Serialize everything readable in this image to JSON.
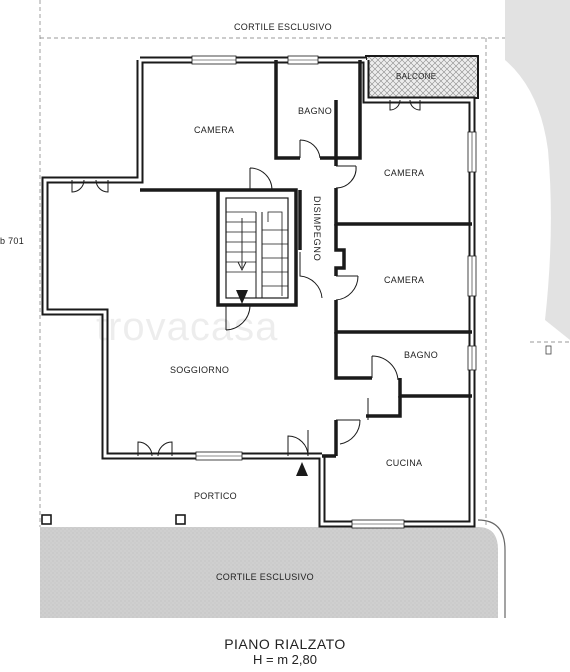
{
  "labels": {
    "courtyard_top": "CORTILE ESCLUSIVO",
    "courtyard_bottom": "CORTILE ESCLUSIVO",
    "balcony": "BALCONE",
    "bedroom_left": "CAMERA",
    "bathroom_top": "BAGNO",
    "bedroom_right_top": "CAMERA",
    "corridor": "DISIMPEGNO",
    "bedroom_right_mid": "CAMERA",
    "bathroom_right": "BAGNO",
    "living_room": "SOGGIORNO",
    "kitchen": "CUCINA",
    "porch": "PORTICO",
    "parcel_ref": "b 701",
    "watermark": "trovacasa"
  },
  "title": {
    "floor": "PIANO RIALZATO",
    "height": "H = m 2,80"
  },
  "colors": {
    "wall": "#1a1a1a",
    "courtyard_fill": "#c9c9c9",
    "balcony_fill": "#d8d8d8",
    "background": "#ffffff"
  }
}
